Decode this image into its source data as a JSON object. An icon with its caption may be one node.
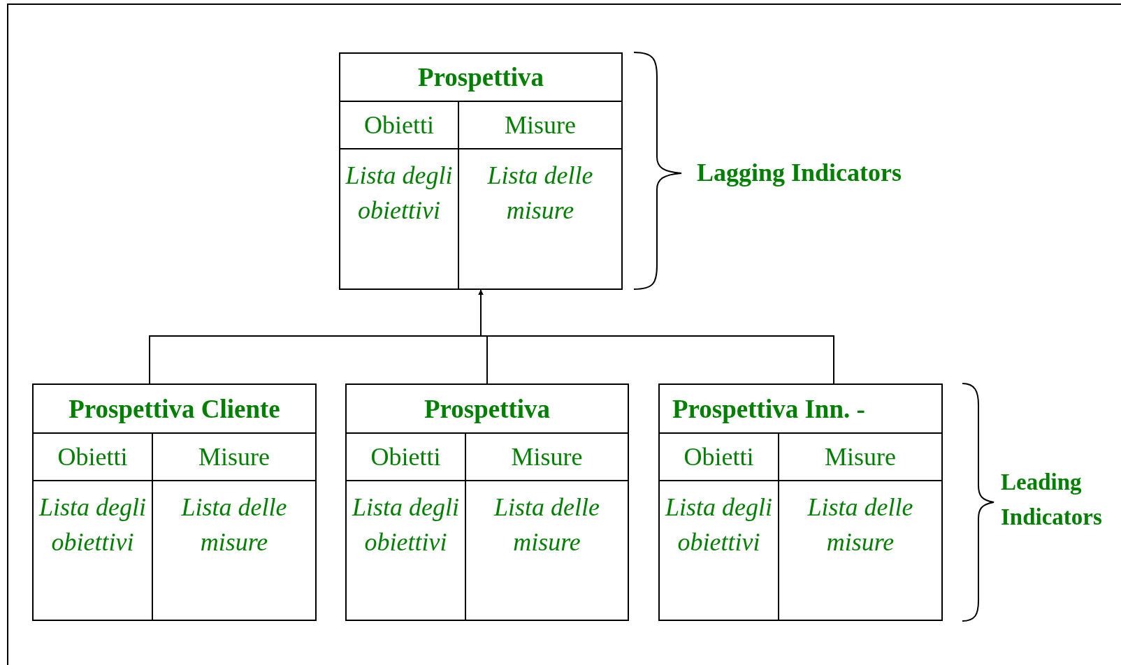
{
  "diagram": {
    "nodes": [
      {
        "text": [
          "Prospettiva",
          "Obietti",
          "Misure",
          "Lista degli obiettivi",
          "Lista delle misure"
        ]
      },
      {
        "text": [
          "Prospettiva Cliente",
          "Obietti",
          "Misure",
          "Lista degli obiettivi",
          "Lista delle misure"
        ]
      },
      {
        "text": [
          "Prospettiva",
          "Obietti",
          "Misure",
          "Lista degli obiettivi",
          "Lista delle misure"
        ]
      },
      {
        "text": [
          "Prospettiva Inn. -",
          "Obietti",
          "Misure",
          "Lista degli obiettivi",
          "Lista delle misure"
        ]
      }
    ],
    "edges": [
      {
        "from": 1,
        "to": 0,
        "arrow": "to"
      },
      {
        "from": 2,
        "to": 0,
        "arrow": "to"
      },
      {
        "from": 3,
        "to": 0,
        "arrow": "to"
      }
    ],
    "labels": [
      "Lagging Indicators",
      "Leading Indicators"
    ]
  }
}
